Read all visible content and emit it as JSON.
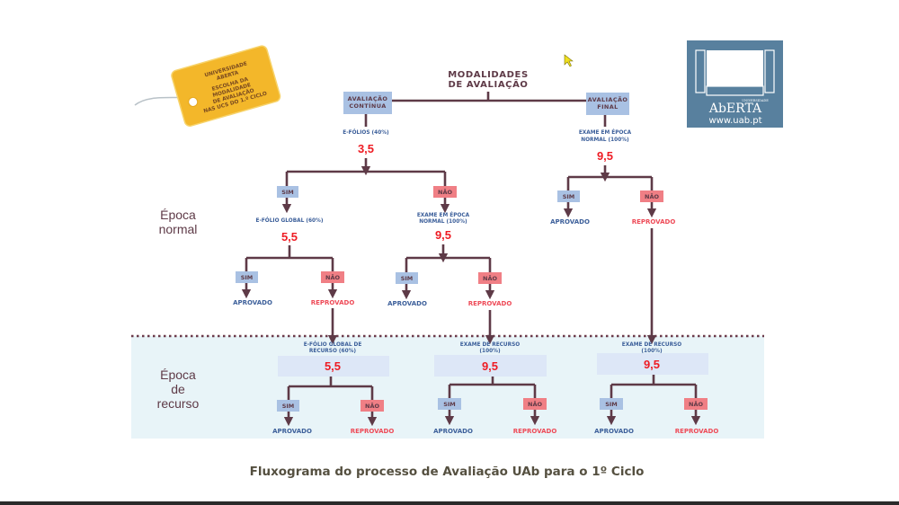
{
  "tag": {
    "line1": "UNIVERSIDADE",
    "line2": "ABERTA",
    "line3": "ESCOLHA DA",
    "line4": "MODALIDADE",
    "line5": "DE AVALIAÇÃO",
    "line6": "NAS UCS DO 1.º CICLO"
  },
  "logo": {
    "small": "UNIVERSIDADE",
    "name": "AbERTA",
    "url": "www.uab.pt"
  },
  "root": {
    "line1": "MODALIDADES",
    "line2": "DE AVALIAÇÃO"
  },
  "continua": {
    "line1": "AVALIAÇÃO",
    "line2": "CONTÍNUA",
    "criterion": "E-FÓLIOS (40%)",
    "threshold": "3,5",
    "sim": {
      "label": "SIM",
      "criterion": "E-FÓLIO GLOBAL (60%)",
      "threshold": "5,5",
      "sim_label": "SIM",
      "nao_label": "NÃO",
      "aprovado": "APROVADO",
      "reprovado": "REPROVADO"
    },
    "nao": {
      "label": "NÃO",
      "criterion_line1": "EXAME EM ÉPOCA",
      "criterion_line2": "NORMAL (100%)",
      "threshold": "9,5",
      "sim_label": "SIM",
      "nao_label": "NÃO",
      "aprovado": "APROVADO",
      "reprovado": "REPROVADO"
    }
  },
  "final": {
    "line1": "AVALIAÇÃO",
    "line2": "FINAL",
    "criterion_line1": "EXAME EM ÉPOCA",
    "criterion_line2": "NORMAL (100%)",
    "threshold": "9,5",
    "sim_label": "SIM",
    "nao_label": "NÃO",
    "aprovado": "APROVADO",
    "reprovado": "REPROVADO"
  },
  "sections": {
    "normal_line1": "Época",
    "normal_line2": "normal",
    "recurso_line1": "Época",
    "recurso_line2": "de",
    "recurso_line3": "recurso"
  },
  "recurso": [
    {
      "criterion_line1": "E-FÓLIO GLOBAL DE",
      "criterion_line2": "RECURSO (60%)",
      "threshold": "5,5",
      "sim_label": "SIM",
      "nao_label": "NÃO",
      "aprovado": "APROVADO",
      "reprovado": "REPROVADO"
    },
    {
      "criterion_line1": "EXAME DE RECURSO",
      "criterion_line2": "(100%)",
      "threshold": "9,5",
      "sim_label": "SIM",
      "nao_label": "NÃO",
      "aprovado": "APROVADO",
      "reprovado": "REPROVADO"
    },
    {
      "criterion_line1": "EXAME DE RECURSO",
      "criterion_line2": "(100%)",
      "threshold": "9,5",
      "sim_label": "SIM",
      "nao_label": "NÃO",
      "aprovado": "APROVADO",
      "reprovado": "REPROVADO"
    }
  ],
  "caption": "Fluxograma do processo de Avaliação UAb para o 1º Ciclo",
  "colors": {
    "line": "#5e3a47",
    "sim_box": "#a9c1e3",
    "nao_box": "#f07f85",
    "grade": "#ee1c24",
    "aprovado": "#3c5f9a",
    "reprovado": "#ee4a57",
    "recurso_bg": "#e8f4f8",
    "logo_bg": "#58809e",
    "tag": "#f3b72a"
  }
}
